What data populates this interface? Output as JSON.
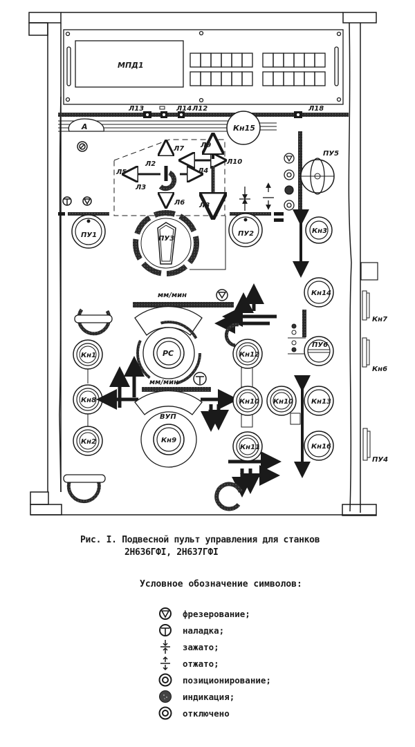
{
  "panel": {
    "display": {
      "label": "МПД1",
      "digit_groups": 4,
      "digits_per_group": 6
    },
    "top_lamps": [
      {
        "id": "lamp-l13",
        "label": "Л13"
      },
      {
        "id": "lamp-l14",
        "label": "Л14"
      },
      {
        "id": "lamp-l12",
        "label": "Л12"
      },
      {
        "id": "lamp-l18",
        "label": "Л18"
      }
    ],
    "ammeter_label": "А",
    "button_kn15_top": "Кн15",
    "mode_selector": {
      "switch_label": "ПУ3",
      "lamps": [
        "Л2",
        "Л3",
        "Л4",
        "Л5",
        "Л6",
        "Л7",
        "Л8",
        "Л9",
        "Л10"
      ]
    },
    "switches": {
      "pu1": "ПУ1",
      "pu2": "ПУ2",
      "pu5": "ПУ5",
      "pu6": "ПУ6",
      "pu4": "ПУ4"
    },
    "buttons": {
      "kn1": "Кн1",
      "kn2": "Кн2",
      "kn3": "Кн3",
      "kn8": "Кн8",
      "kn9": "Кн9",
      "kn10a": "Кн10",
      "kn10b": "Кн10",
      "kn11": "Кн11",
      "kn12": "Кн12",
      "kn13": "Кн13",
      "kn14": "Кн14",
      "kn16": "Кн16",
      "kn7": "Кн7",
      "kn6": "Кн6"
    },
    "feed_dial": {
      "label": "РС",
      "unit": "мм/мин"
    },
    "rapid_dial": {
      "label": "ВУП",
      "unit": "мм/мин"
    }
  },
  "caption": {
    "line1": "Рис. I. Подвесной пульт управления для станков",
    "line2": "2Н636ГФI, 2Н637ГФI"
  },
  "legend": {
    "title": "Условное обозначение символов:",
    "items": [
      {
        "icon": "milling-icon",
        "text": "фрезерование;"
      },
      {
        "icon": "setup-icon",
        "text": "наладка;"
      },
      {
        "icon": "clamped-icon",
        "text": "зажато;"
      },
      {
        "icon": "unclamped-icon",
        "text": "отжато;"
      },
      {
        "icon": "positioning-icon",
        "text": "позиционирование;"
      },
      {
        "icon": "indication-icon",
        "text": "индикация;"
      },
      {
        "icon": "disabled-icon",
        "text": "отключено"
      }
    ]
  }
}
